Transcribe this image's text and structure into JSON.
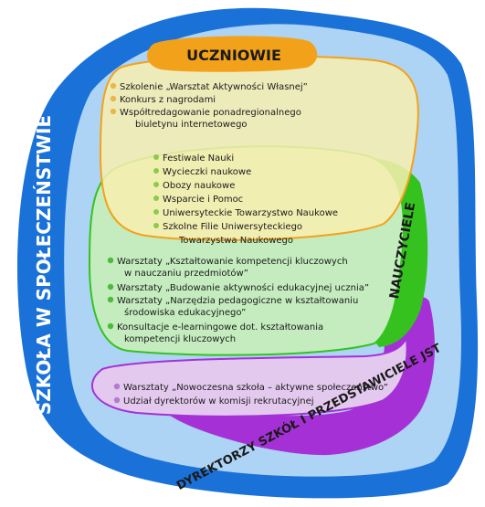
{
  "outer": {
    "label": "SZKOŁA W SPOŁECZEŃSTWIE",
    "color": "#1a72d9",
    "fill": "#aed4f5"
  },
  "uczniowie": {
    "label": "UCZNIOWIE",
    "tab_color": "#f2a21a",
    "fill": "#f9eeb0",
    "bullet_color": "#e9b84c",
    "items": [
      "Szkolenie „Warsztat Aktywności Własnej”",
      "Konkurs z nagrodami",
      "Współtredagowanie ponadregionalnego",
      "biuletynu internetowego"
    ]
  },
  "shared": {
    "bullet_color": "#8fc94a",
    "items": [
      "Festiwale Nauki",
      "Wycieczki naukowe",
      "Obozy naukowe",
      "Wsparcie i Pomoc",
      "Uniwersyteckie Towarzystwo Naukowe",
      "Szkolne Filie Uniwersyteckiego",
      "Towarzystwa Naukowego"
    ]
  },
  "nauczyciele": {
    "label": "NAUCZYCIELE",
    "tab_color": "#35c21f",
    "fill": "#c4ecbe",
    "bullet_color": "#4cbb3a",
    "items": [
      "Warsztaty „Kształtowanie kompetencji kluczowych",
      "w nauczaniu przedmiotów”",
      "Warsztaty „Budowanie aktywności edukacyjnej ucznia”",
      "Warsztaty „Narzędzia pedagogiczne w kształtowaniu",
      "środowiska edukacyjnego”",
      "Konsultacje e-learningowe dot. kształtowania",
      "kompetencji kluczowych"
    ]
  },
  "dyrektorzy": {
    "label": "DYREKTORZY SZKÓŁ I PRZEDSTAWICIELE JST",
    "tab_color": "#a531d6",
    "fill": "#e3c9ee",
    "bullet_color": "#b37ad0",
    "items": [
      "Warsztaty „Nowoczesna szkoła – aktywne społeczeństwo”",
      "Udział dyrektorów w komisji rekrutacyjnej"
    ]
  }
}
